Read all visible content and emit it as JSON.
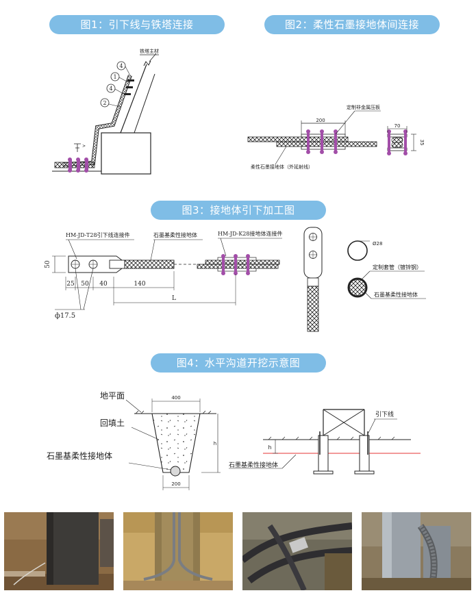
{
  "headers": {
    "fig1": "图1：引下线与铁塔连接",
    "fig2": "图2：柔性石墨接地体间连接",
    "fig3": "图3：接地体引下加工图",
    "fig4": "图4：水平沟道开挖示意图"
  },
  "fig1": {
    "tower_main": "铁塔主材",
    "callouts": [
      "4",
      "1",
      "4",
      "2"
    ]
  },
  "fig2": {
    "plate": "定制非金属压板",
    "dim_200": "200",
    "dim_70": "70",
    "dim_35": "35",
    "conductor": "柔性石墨接地体（外延射线）"
  },
  "fig3": {
    "connector_t28": "HM-JD-T28引下线连接件",
    "graphite_body": "石墨基柔性接地体",
    "connector_k28": "HM-JD-K28接地体连接件",
    "dim_50_v": "50",
    "dim_25": "25",
    "dim_50": "50",
    "dim_40": "40",
    "dim_140": "140",
    "dim_L": "L",
    "phi": "ф17.5",
    "dia_28": "Ø28",
    "sleeve": "定制套管（镀锌钢）",
    "body2": "石墨基柔性接地体"
  },
  "fig4": {
    "ground": "地平面",
    "backfill": "回填土",
    "body": "石墨基柔性接地体",
    "dim_400": "400",
    "dim_200": "200",
    "dim_h": "h",
    "downlead": "引下线",
    "h2": "h",
    "body_right": "石墨基柔性接地体"
  }
}
